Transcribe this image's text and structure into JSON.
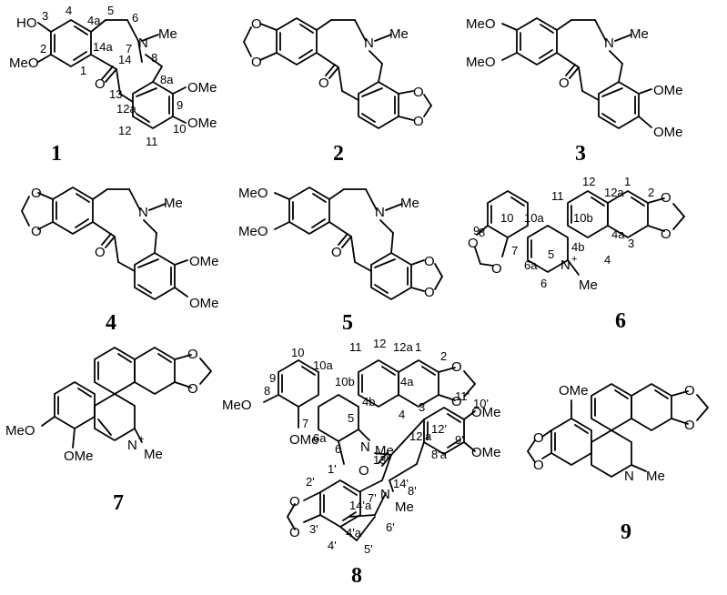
{
  "compounds": {
    "c1": {
      "id": "1",
      "labels": {
        "ho": "HO",
        "meo": "MeO",
        "me": "Me",
        "n": "N",
        "o": "O",
        "ome9": "OMe",
        "ome10": "OMe"
      },
      "locants": {
        "n3": "3",
        "n4": "4",
        "n4a": "4a",
        "n5": "5",
        "n6": "6",
        "n7": "7",
        "n14a": "14a",
        "n14": "14",
        "n8": "8",
        "n2": "2",
        "n1": "1",
        "n8a": "8a",
        "n13": "13",
        "n9": "9",
        "n12a": "12a",
        "n12": "12",
        "n11": "11",
        "n10": "10"
      }
    },
    "c2": {
      "id": "2",
      "labels": {
        "n": "N",
        "me": "Me",
        "o": "O",
        "o1": "O",
        "o2": "O",
        "o3": "O",
        "o4": "O"
      }
    },
    "c3": {
      "id": "3",
      "labels": {
        "meo1": "MeO",
        "meo2": "MeO",
        "n": "N",
        "me": "Me",
        "o": "O",
        "ome1": "OMe",
        "ome2": "OMe"
      }
    },
    "c4": {
      "id": "4",
      "labels": {
        "o1": "O",
        "o2": "O",
        "n": "N",
        "me": "Me",
        "o": "O",
        "ome1": "OMe",
        "ome2": "OMe"
      }
    },
    "c5": {
      "id": "5",
      "labels": {
        "meo1": "MeO",
        "meo2": "MeO",
        "n": "N",
        "me": "Me",
        "o": "O",
        "o3": "O",
        "o4": "O"
      }
    },
    "c6": {
      "id": "6",
      "labels": {
        "n": "N",
        "plus": "+",
        "me": "Me",
        "o1": "O",
        "o2": "O",
        "o3": "O",
        "o4": "O"
      },
      "locants": {
        "n12": "12",
        "n12a": "12a",
        "n1": "1",
        "n11": "11",
        "n2": "2",
        "n10": "10",
        "n10a": "10a",
        "n10b": "10b",
        "n4a": "4a",
        "n9": "9",
        "n4b": "4b",
        "n5": "5",
        "n3": "3",
        "n4": "4",
        "n8": "8",
        "n7": "7",
        "n6a": "6a",
        "n6": "6"
      }
    },
    "c7": {
      "id": "7",
      "labels": {
        "n": "N",
        "plus": "+",
        "me": "Me",
        "meo": "MeO",
        "ome": "OMe",
        "o1": "O",
        "o2": "O"
      }
    },
    "c8": {
      "id": "8",
      "labels": {
        "meo": "MeO",
        "ome7": "OMe",
        "n5": "N",
        "me5": "Me",
        "ome10": "OMe",
        "ome9": "OMe",
        "o": "O",
        "n7": "N",
        "me7": "Me",
        "o1": "O",
        "o2": "O",
        "o3": "O",
        "o4": "O"
      },
      "locants": {
        "n11": "11",
        "n12": "12",
        "n12a": "12a",
        "n1": "1",
        "n2": "2",
        "n10": "10",
        "n10a": "10a",
        "n9": "9",
        "n10b": "10b",
        "n4a": "4a",
        "n8": "8",
        "n4b": "4b",
        "n3": "3",
        "n5": "5",
        "n4": "4",
        "n7": "7",
        "n6a": "6a",
        "n6": "6",
        "n11p": "11'",
        "n10p": "10'",
        "n12p": "12'",
        "n12ap": "12'a",
        "n9p": "9'",
        "n8ap": "8'a",
        "n13p": "13'",
        "n1p": "1'",
        "n2p": "2'",
        "n14p": "14'",
        "n7p": "7'",
        "n8p": "8'",
        "n14ap": "14'a",
        "n3p": "3'",
        "n4ap": "4'a",
        "n4p": "4'",
        "n5p": "5'",
        "n6p": "6'"
      }
    },
    "c9": {
      "id": "9",
      "labels": {
        "ome": "OMe",
        "n": "N",
        "me": "Me",
        "o1": "O",
        "o2": "O",
        "o3": "O",
        "o4": "O"
      }
    }
  }
}
